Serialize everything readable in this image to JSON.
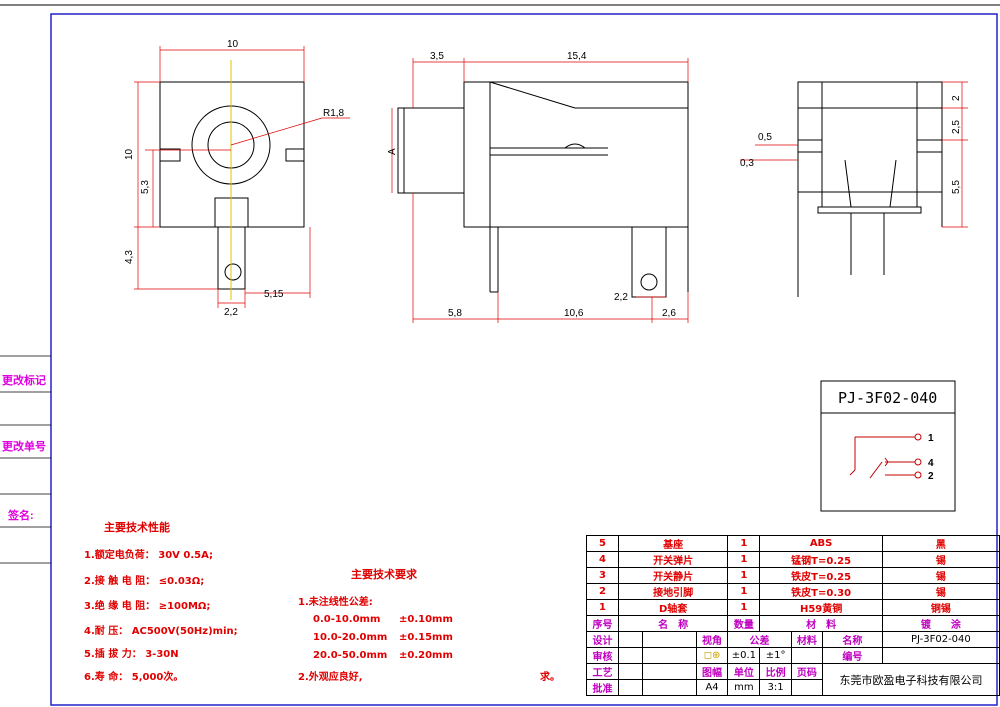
{
  "drawing": {
    "dims": {
      "front": {
        "width": "10",
        "height": "10",
        "radius": "R1,8",
        "h1": "5,3",
        "h2": "4,3",
        "pin": "2,2",
        "pin_off": "5,15"
      },
      "side": {
        "top_a": "3,5",
        "top_b": "15,4",
        "a": "A",
        "bot_a": "5,8",
        "bot_b": "10,6",
        "bot_c": "2,6",
        "pin": "2,2"
      },
      "right": {
        "t1": "0,5",
        "t2": "0,3",
        "r1": "2",
        "r2": "2,5",
        "r3": "5,5"
      }
    },
    "part_number": "PJ-3F02-040",
    "pins": [
      "1",
      "4",
      "2"
    ]
  },
  "left_labels": [
    "更改标记",
    "更改单号",
    "签名:"
  ],
  "specs": {
    "title": "主要技术性能",
    "items": [
      {
        "k": "1.额定电负荷：",
        "v": "30V 0.5A;"
      },
      {
        "k": "2.接 触 电 阻：",
        "v": "≤0.03Ω;"
      },
      {
        "k": "3.绝 缘 电 阻：",
        "v": "≥100MΩ;"
      },
      {
        "k": "4.耐      压：",
        "v": "AC500V(50Hz)min;"
      },
      {
        "k": "5.插      拔   力：",
        "v": "3-30N"
      },
      {
        "k": "6.寿      命：",
        "v": "5,000次。"
      }
    ]
  },
  "requirements": {
    "title": "主要技术要求",
    "sub": "1.未注线性公差:",
    "rows": [
      {
        "range": "0.0-10.0mm",
        "tol": "±0.10mm"
      },
      {
        "range": "10.0-20.0mm",
        "tol": "±0.15mm"
      },
      {
        "range": "20.0-50.0mm",
        "tol": "±0.20mm"
      }
    ],
    "item2": "2.外观应良好,",
    "item2_end": "求。"
  },
  "bom": {
    "rows": [
      {
        "no": "5",
        "name": "基座",
        "qty": "1",
        "mat": "ABS",
        "finish": "黑"
      },
      {
        "no": "4",
        "name": "开关弹片",
        "qty": "1",
        "mat": "锰钢T=0.25",
        "finish": "锡"
      },
      {
        "no": "3",
        "name": "开关静片",
        "qty": "1",
        "mat": "铁皮T=0.25",
        "finish": "锡"
      },
      {
        "no": "2",
        "name": "接地引脚",
        "qty": "1",
        "mat": "铁皮T=0.30",
        "finish": "锡"
      },
      {
        "no": "1",
        "name": "D轴套",
        "qty": "1",
        "mat": "H59黄铜",
        "finish": "铜锡"
      }
    ],
    "header": {
      "no": "序号",
      "name": "名　称",
      "qty": "数量",
      "mat": "材　料",
      "finish": "镀　　涂"
    },
    "title_block": {
      "design": "设计",
      "review": "审核",
      "process": "工艺",
      "approve": "批准",
      "view": "视角",
      "tol": "公差",
      "material": "材料",
      "name_lbl": "名称",
      "name_val": "PJ-3F02-040",
      "tol1": "±0.1",
      "tol2": "±1°",
      "code": "编号",
      "size_lbl": "图幅",
      "unit_lbl": "单位",
      "scale_lbl": "比例",
      "page_lbl": "页码",
      "size": "A4",
      "unit": "mm",
      "scale": "3:1",
      "company": "东莞市欧盈电子科技有限公司"
    }
  }
}
